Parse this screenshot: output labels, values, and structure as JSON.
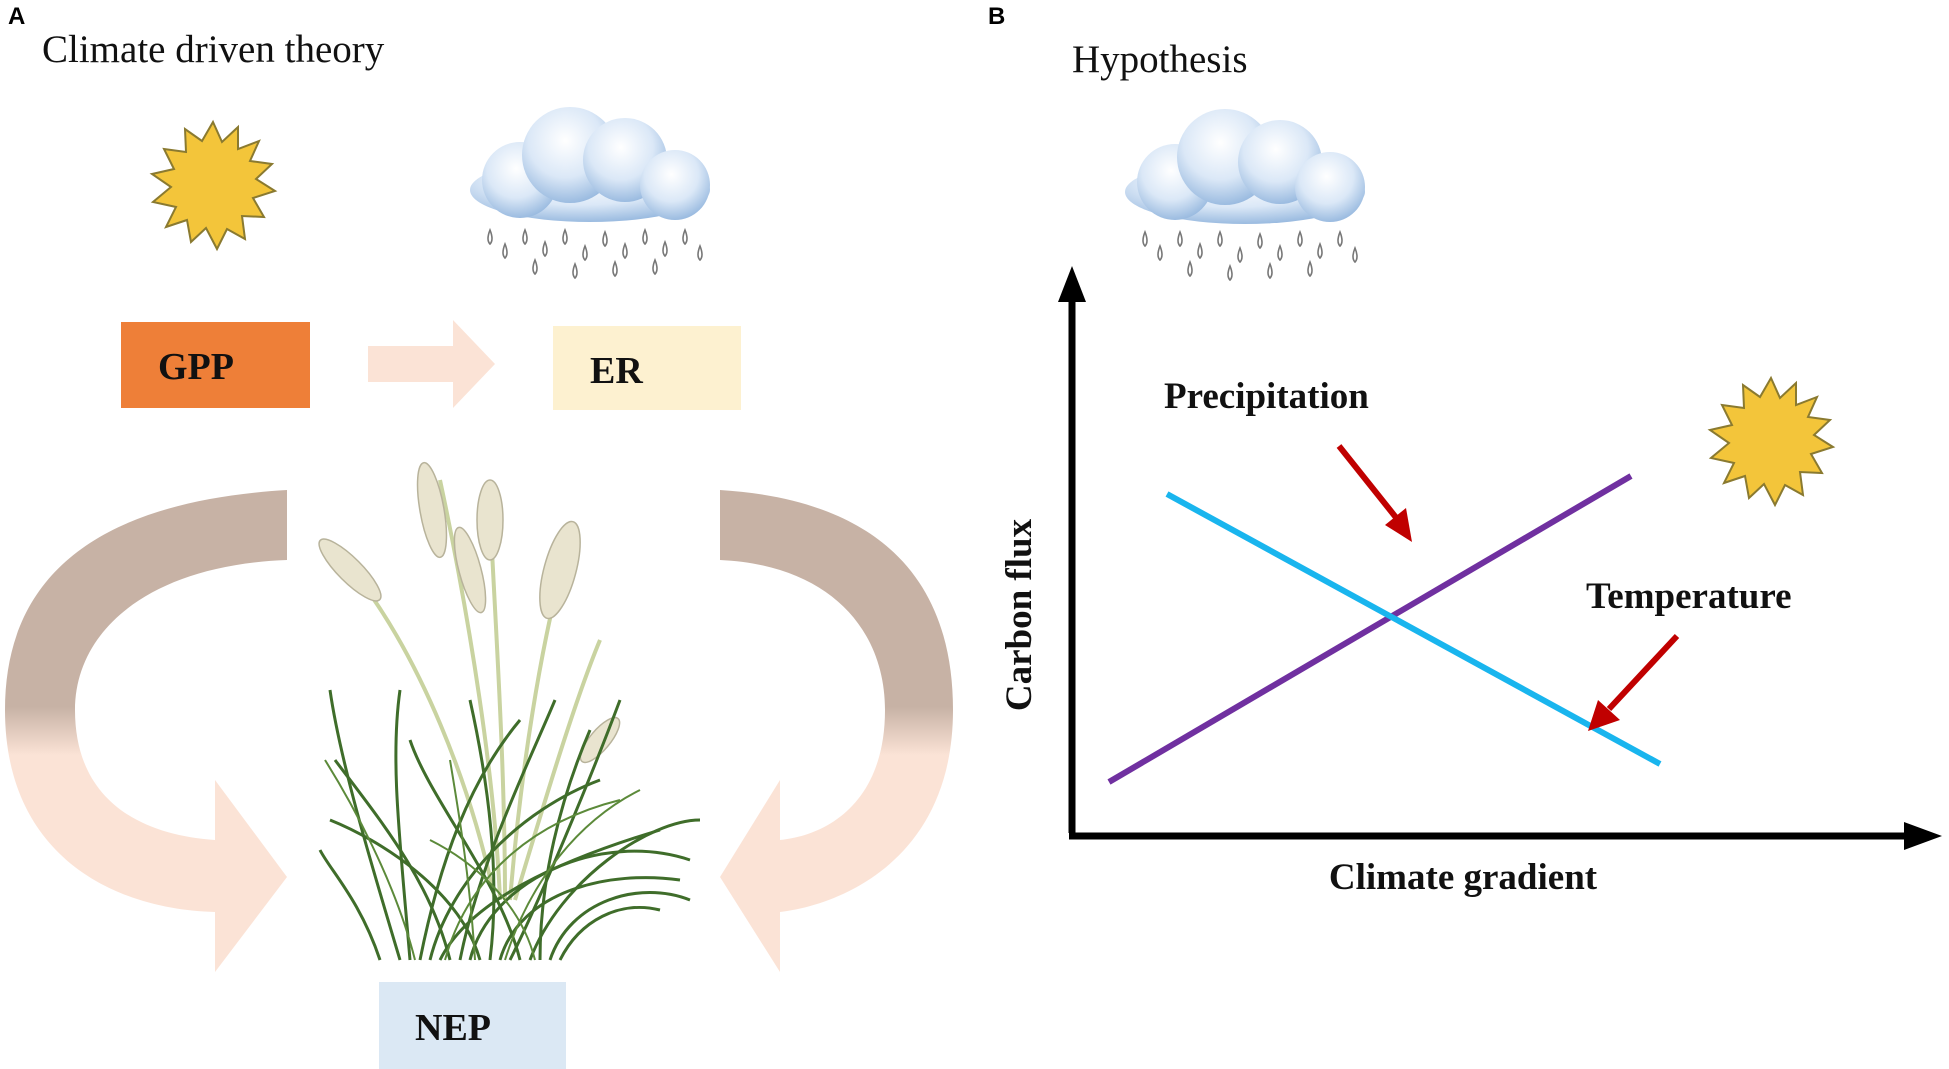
{
  "panel_a": {
    "letter": "A",
    "title": "Climate driven theory",
    "boxes": {
      "gpp": {
        "label": "GPP",
        "color": "#ee7f38"
      },
      "er": {
        "label": "ER",
        "color": "#fdf1d0"
      },
      "nep": {
        "label": "NEP",
        "color": "#dbe8f4"
      }
    },
    "arrow_color": "#fbe3d6",
    "curve_color_top": "#cbb8ab",
    "curve_color_bottom": "#fbe3d6",
    "icons": [
      "sun-icon",
      "rain-cloud-icon",
      "grass-plant-icon"
    ]
  },
  "panel_b": {
    "letter": "B",
    "title": "Hypothesis",
    "xlabel": "Climate gradient",
    "ylabel": "Carbon flux",
    "labels": {
      "precipitation": "Precipitation",
      "temperature": "Temperature"
    },
    "colors": {
      "precipitation_line": "#7030a0",
      "temperature_line": "#19b5ee",
      "pointer_arrow": "#c00000"
    },
    "icons": [
      "rain-cloud-icon",
      "sun-icon"
    ]
  },
  "chart_data": {
    "type": "line",
    "xlabel": "Climate gradient",
    "ylabel": "Carbon flux",
    "series": [
      {
        "name": "Precipitation",
        "trend": "increasing",
        "x": [
          0.05,
          0.95
        ],
        "y": [
          0.05,
          0.9
        ]
      },
      {
        "name": "Temperature",
        "trend": "decreasing",
        "x": [
          0.15,
          1.0
        ],
        "y": [
          0.85,
          0.1
        ]
      }
    ],
    "grid": false
  }
}
